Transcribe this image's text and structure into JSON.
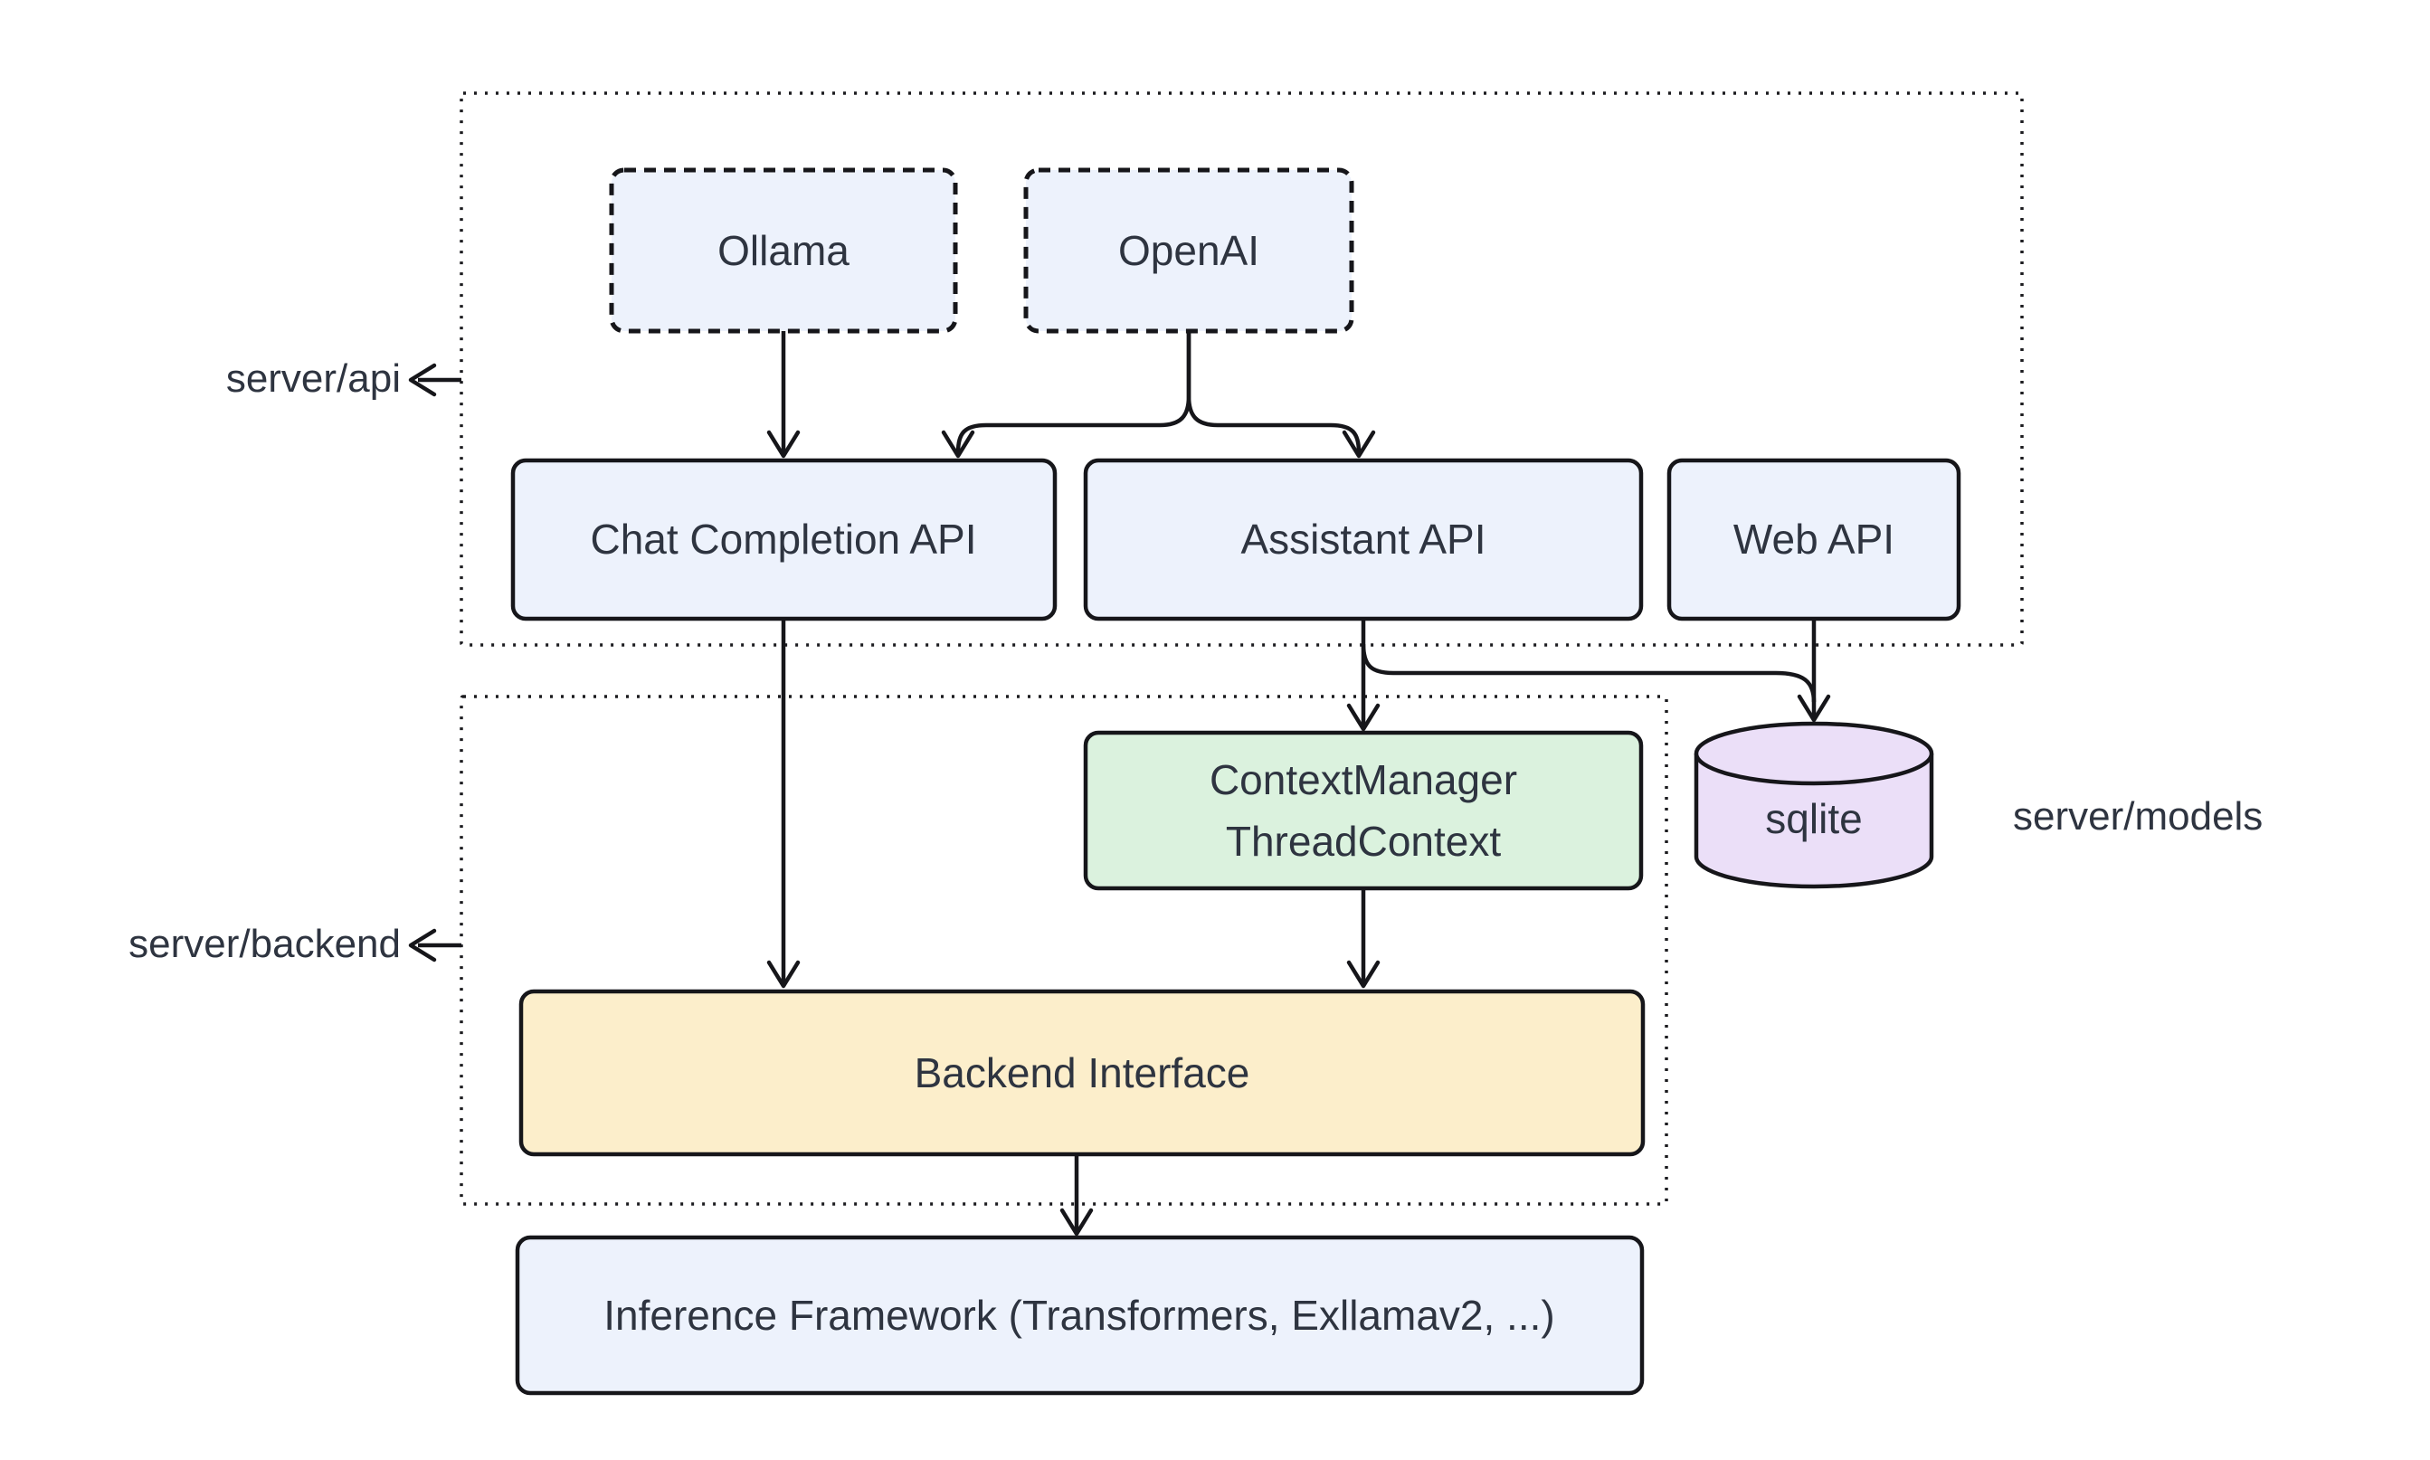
{
  "palette": {
    "background": "#ffffff",
    "line_stroke": "#16161a",
    "text_color": "#2e3440",
    "node_blue": "#edf2fc",
    "node_green": "#dbf2de",
    "node_yellow": "#fceecb",
    "node_purple": "#ebdff8"
  },
  "containers": {
    "api": {
      "label": "server/api"
    },
    "backend": {
      "label": "server/backend"
    }
  },
  "nodes": {
    "ollama": {
      "label": "Ollama"
    },
    "openai": {
      "label": "OpenAI"
    },
    "chat_completion_api": {
      "label": "Chat Completion API"
    },
    "assistant_api": {
      "label": "Assistant API"
    },
    "web_api": {
      "label": "Web API"
    },
    "context_manager": {
      "line1": "ContextManager",
      "line2": "ThreadContext"
    },
    "backend_interface": {
      "label": "Backend Interface"
    },
    "inference_framework": {
      "label": "Inference Framework (Transformers, Exllamav2, ...)"
    },
    "sqlite": {
      "label": "sqlite"
    }
  },
  "floating_labels": {
    "models": {
      "label": "server/models"
    }
  }
}
